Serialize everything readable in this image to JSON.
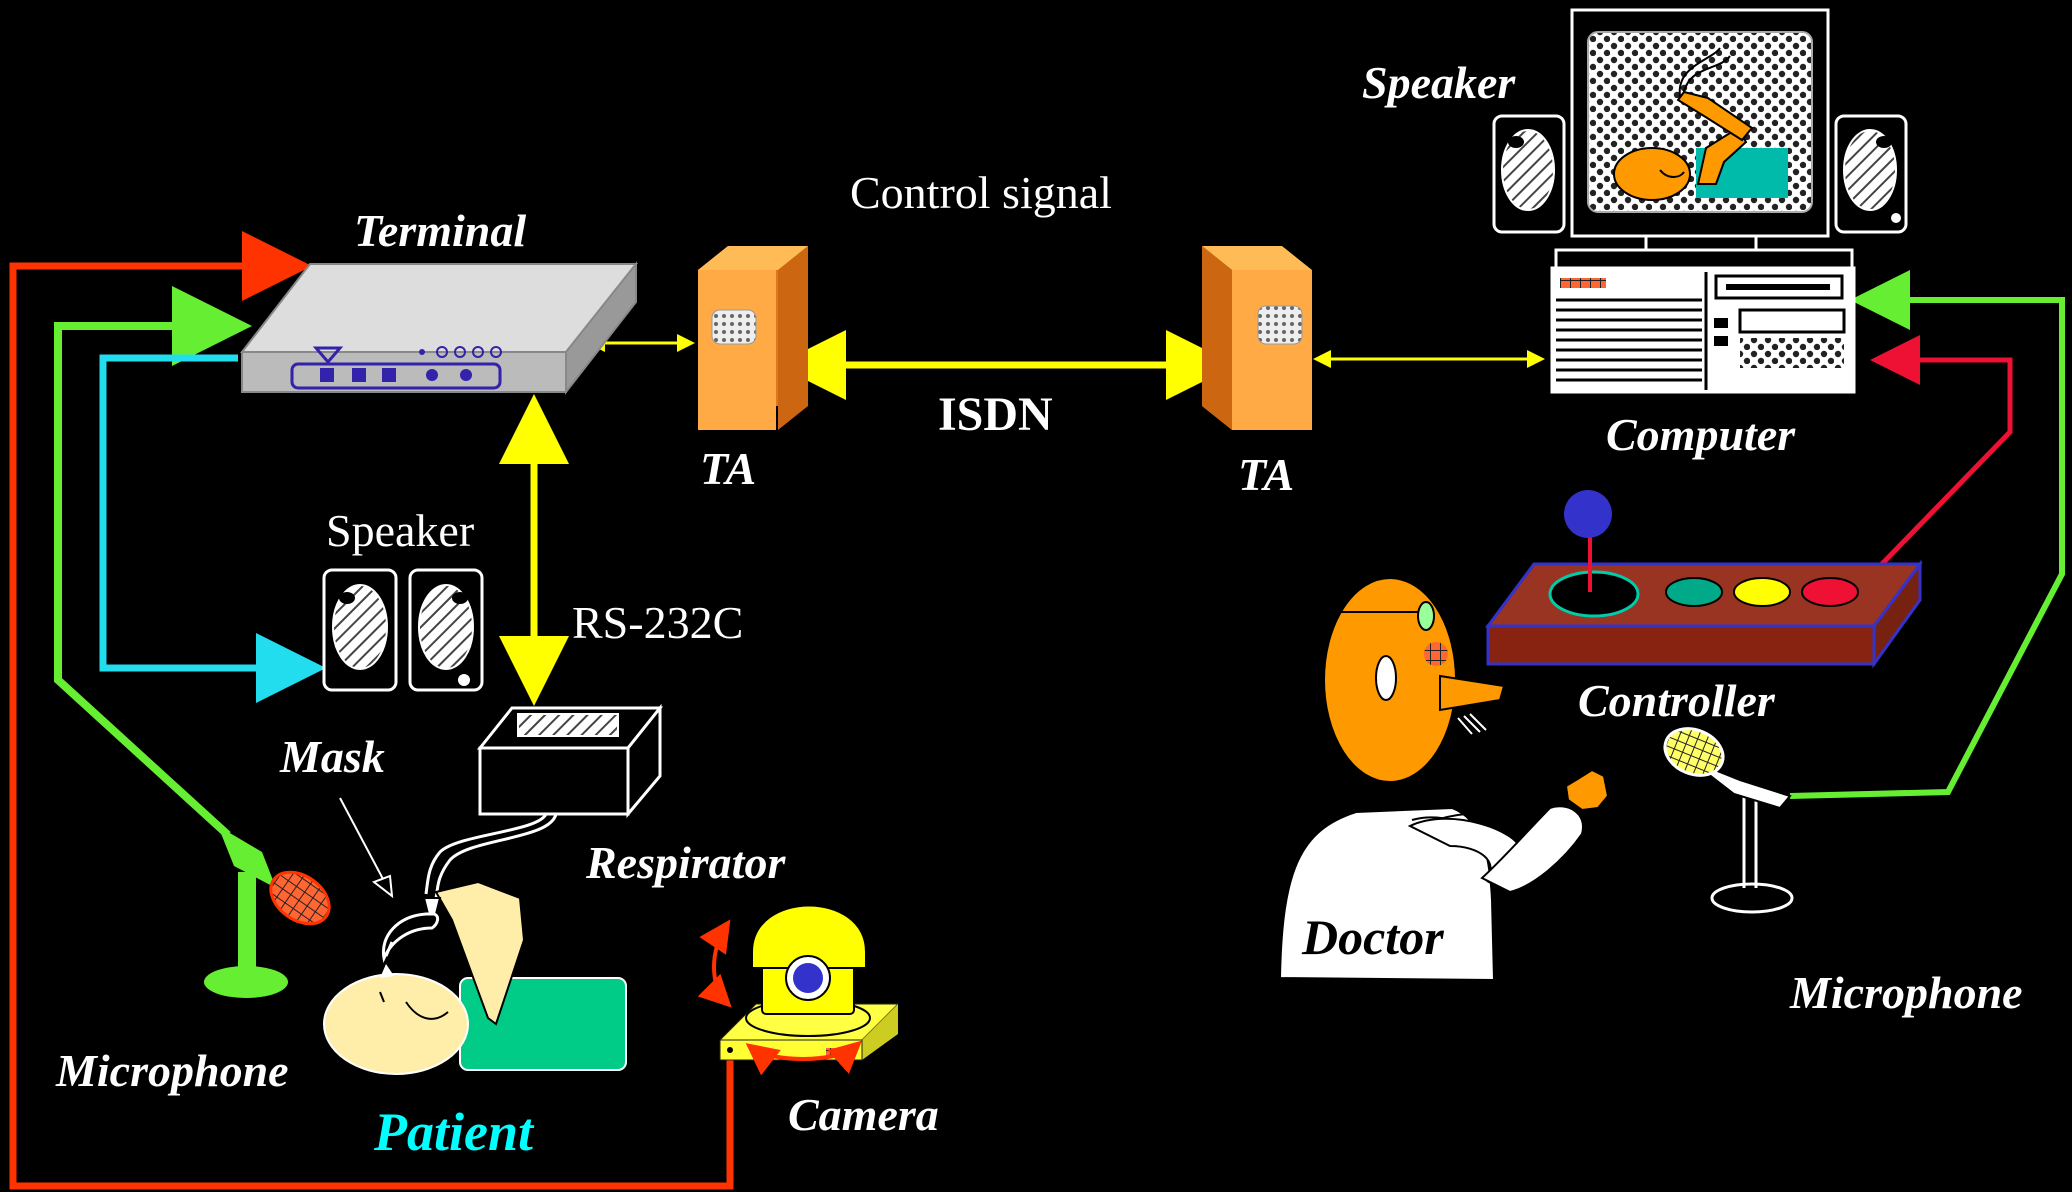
{
  "diagram": {
    "labels": {
      "terminal": "Terminal",
      "control_signal": "Control signal",
      "isdn": "ISDN",
      "ta_left": "TA",
      "ta_right": "TA",
      "speaker_left": "Speaker",
      "rs232c": "RS-232C",
      "mask": "Mask",
      "respirator": "Respirator",
      "microphone_left": "Microphone",
      "patient": "Patient",
      "camera": "Camera",
      "speaker_right": "Speaker",
      "computer": "Computer",
      "controller": "Controller",
      "doctor": "Doctor",
      "microphone_right": "Microphone"
    },
    "colors": {
      "background": "#000000",
      "camera_line": "#ff3300",
      "microphone_line": "#66ee33",
      "speaker_line": "#22ddee",
      "data_line": "#ffff00",
      "controller_line": "#ee1133",
      "ta_body": "#ff9933",
      "patient_label": "#00ffff",
      "controller_body": "#993322",
      "doctor_face": "#ff9900"
    }
  }
}
